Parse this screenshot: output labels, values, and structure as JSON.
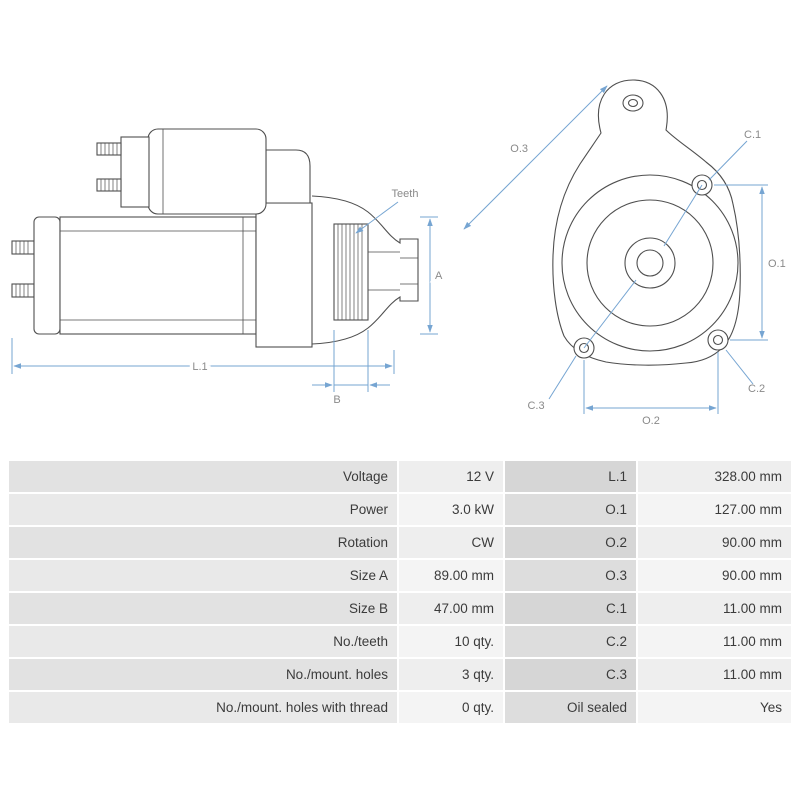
{
  "colors": {
    "dimension_line": "#76a5d2",
    "drawing_outline": "#4f4f4f",
    "dim_label_text": "#8a8a8a"
  },
  "drawing": {
    "side_view_labels": {
      "teeth": "Teeth",
      "a": "A",
      "b": "B",
      "l1": "L.1"
    },
    "front_view_labels": {
      "o1": "O.1",
      "o2": "O.2",
      "o3": "O.3",
      "c1": "C.1",
      "c2": "C.2",
      "c3": "C.3"
    }
  },
  "table": {
    "rows": [
      [
        "Voltage",
        "12 V",
        "L.1",
        "328.00 mm"
      ],
      [
        "Power",
        "3.0 kW",
        "O.1",
        "127.00 mm"
      ],
      [
        "Rotation",
        "CW",
        "O.2",
        "90.00 mm"
      ],
      [
        "Size A",
        "89.00 mm",
        "O.3",
        "90.00 mm"
      ],
      [
        "Size B",
        "47.00 mm",
        "C.1",
        "11.00 mm"
      ],
      [
        "No./teeth",
        "10 qty.",
        "C.2",
        "11.00 mm"
      ],
      [
        "No./mount. holes",
        "3 qty.",
        "C.3",
        "11.00 mm"
      ],
      [
        "No./mount. holes with thread",
        "0 qty.",
        "Oil sealed",
        "Yes"
      ]
    ]
  }
}
